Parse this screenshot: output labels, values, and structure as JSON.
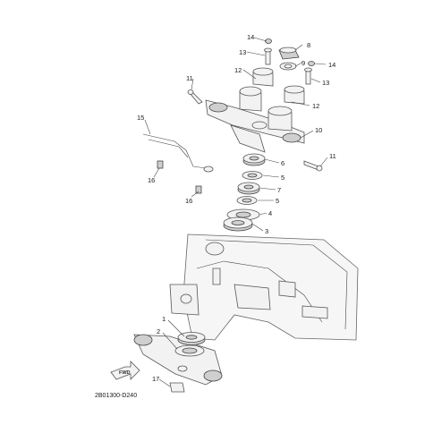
{
  "diagram": {
    "figure_code": "2B01300-D240",
    "fwd_label": "FWD",
    "callouts": {
      "c1": "1",
      "c2": "2",
      "c3": "3",
      "c4": "4",
      "c5a": "5",
      "c5b": "5",
      "c6": "6",
      "c7": "7",
      "c8": "8",
      "c9": "9",
      "c10": "10",
      "c11a": "11",
      "c11b": "11",
      "c12a": "12",
      "c12b": "12",
      "c13a": "13",
      "c13b": "13",
      "c14a": "14",
      "c14b": "14",
      "c15": "15",
      "c16a": "16",
      "c16b": "16",
      "c17": "17"
    }
  }
}
